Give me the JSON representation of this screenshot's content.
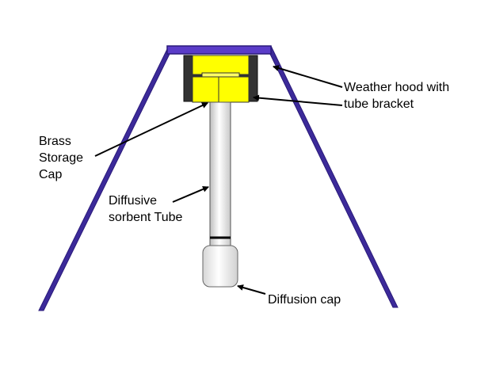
{
  "diagram": {
    "labels": {
      "weather_hood": [
        "Weather hood with",
        "tube bracket"
      ],
      "brass_cap": [
        "Brass",
        "Storage",
        "Cap"
      ],
      "sorbent_tube": [
        "Diffusive",
        "sorbent Tube"
      ],
      "diffusion_cap": [
        "Diffusion cap"
      ]
    },
    "colors": {
      "hood": "#3c2a9a",
      "hood_edge": "#2a1a7a",
      "brass_cap": "#ffff00",
      "bracket": "#333333",
      "tube": "#e6e6e6",
      "diffusion_cap": "#f2f2f2",
      "arrow": "#000000"
    }
  }
}
